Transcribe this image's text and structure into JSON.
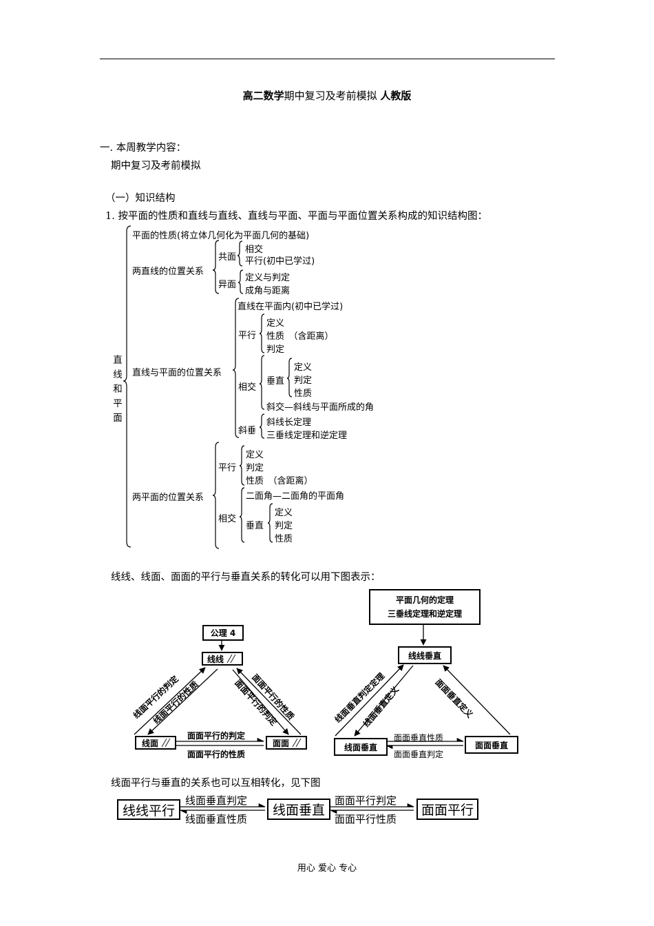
{
  "title_bold": "高二数学",
  "title_mid": "期中复习及考前模拟",
  "title_end": "人教版",
  "section1_heading": "一. 本周教学内容：",
  "section1_content": "期中复习及考前模拟",
  "subsection_heading": "（一）知识结构",
  "item1_text": "1. 按平面的性质和直线与直线、直线与平面、平面与平面位置关系构成的知识结构图：",
  "tree": {
    "root": "直线和平面",
    "plane_props": "平面的性质(将立体几何化为平面几何的基础)",
    "ll": "两直线的位置关系",
    "ll_coplanar": "共面",
    "ll_intersect": "相交",
    "ll_parallel": "平行(初中已学过)",
    "ll_skew": "异面",
    "ll_skew_def": "定义与判定",
    "ll_skew_angle": "成角与距离",
    "lp": "直线与平面的位置关系",
    "lp_in": "直线在平面内(初中已学过)",
    "lp_par": "平行",
    "lp_par_def": "定义",
    "lp_par_prop": "性质　（含距离）",
    "lp_par_judge": "判定",
    "lp_int": "相交",
    "lp_perp": "垂直",
    "lp_perp_def": "定义",
    "lp_perp_judge": "判定",
    "lp_perp_prop": "性质",
    "lp_oblique": "斜交—斜线与平面所成的角",
    "lp_slant": "斜垂",
    "lp_slant_len": "斜线长定理",
    "lp_slant_three": "三垂线定理和逆定理",
    "pp": "两平面的位置关系",
    "pp_par": "平行",
    "pp_par_def": "定义",
    "pp_par_judge": "判定",
    "pp_par_prop": "性质　（含距离）",
    "pp_int": "相交",
    "pp_dihedral": "二面角—二面角的平面角",
    "pp_perp": "垂直",
    "pp_perp_def": "定义",
    "pp_perp_judge": "判定",
    "pp_perp_prop": "性质"
  },
  "transform_intro": "线线、线面、面面的平行与垂直关系的转化可以用下图表示：",
  "left_diagram": {
    "axiom": "公理 4",
    "top": "线线",
    "left": "线面",
    "right": "面面",
    "left_outer": "线面平行的判定",
    "left_inner": "线面平行的性质",
    "right_outer": "面面平行的性质",
    "right_inner": "面面平行的判定",
    "bottom_top": "面面平行的判定",
    "bottom_bottom": "面面平行的性质"
  },
  "right_diagram": {
    "source_line1": "平面几何的定理",
    "source_line2": "三垂线定理和逆定理",
    "top": "线线垂直",
    "left": "线面垂直",
    "right": "面面垂直",
    "left_outer": "线面垂直判定定理",
    "left_inner": "线面垂直定义",
    "right_outer": "面面垂直定义",
    "bottom_top": "面面垂直性质",
    "bottom_bottom": "面面垂直判定"
  },
  "relation_intro": "线面平行与垂直的关系也可以互相转化，见下图",
  "chain": {
    "box1": "线线平行",
    "arrow1_top": "线面垂直判定",
    "arrow1_bottom": "线面垂直性质",
    "box2": "线面垂直",
    "arrow2_top": "面面平行判定",
    "arrow2_bottom": "面面平行性质",
    "box3": "面面平行"
  },
  "footer": "用心 爱心 专心"
}
